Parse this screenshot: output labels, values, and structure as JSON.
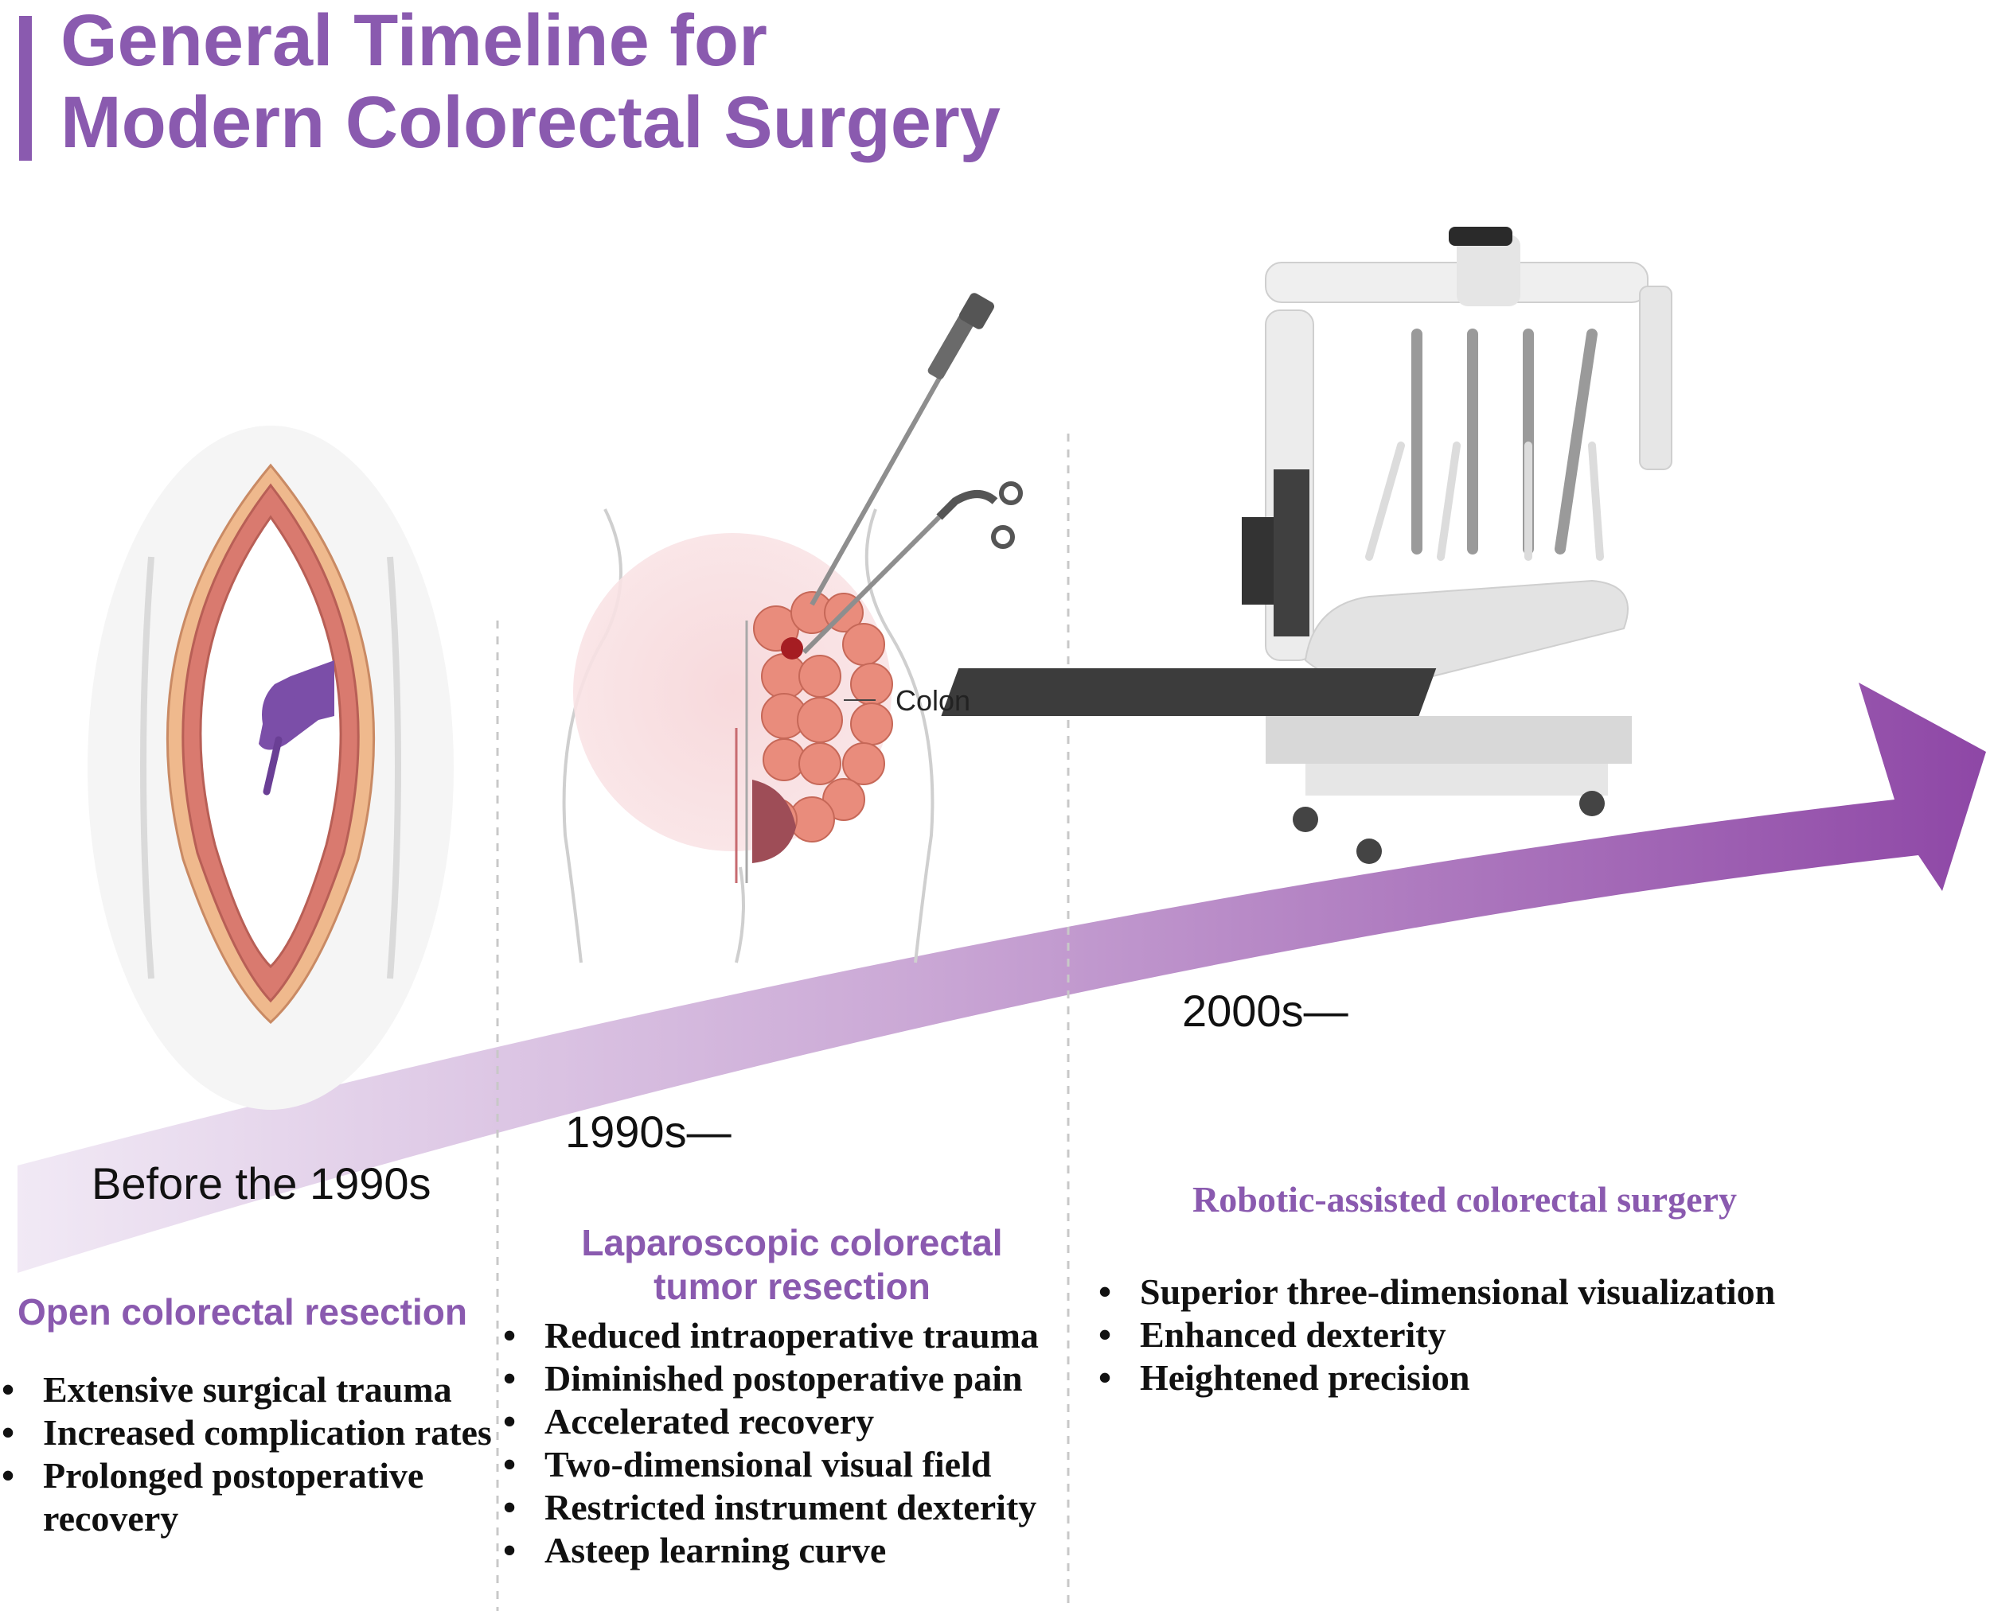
{
  "title": {
    "line1": "General Timeline for",
    "line2": "Modern Colorectal Surgery"
  },
  "colors": {
    "accent": "#8a5aaf",
    "arrow_start": "#f1e9f5",
    "arrow_end": "#8e47a6"
  },
  "timeline": {
    "eras": [
      {
        "label": "Before the 1990s",
        "heading": "Open colorectal resection",
        "points": [
          "Extensive surgical trauma",
          "Increased complication rates",
          "Prolonged postoperative recovery"
        ]
      },
      {
        "label": "1990s—",
        "heading": "Laparoscopic colorectal tumor resection",
        "points": [
          "Reduced intraoperative trauma",
          "Diminished postoperative pain",
          "Accelerated recovery",
          "Two-dimensional visual field",
          "Restricted instrument dexterity",
          "Asteep learning curve"
        ]
      },
      {
        "label": "2000s—",
        "heading": "Robotic-assisted colorectal surgery",
        "points": [
          "Superior three-dimensional visualization",
          "Enhanced dexterity",
          "Heightened precision"
        ]
      }
    ]
  },
  "illustrations": {
    "colon_label": "Colon"
  }
}
